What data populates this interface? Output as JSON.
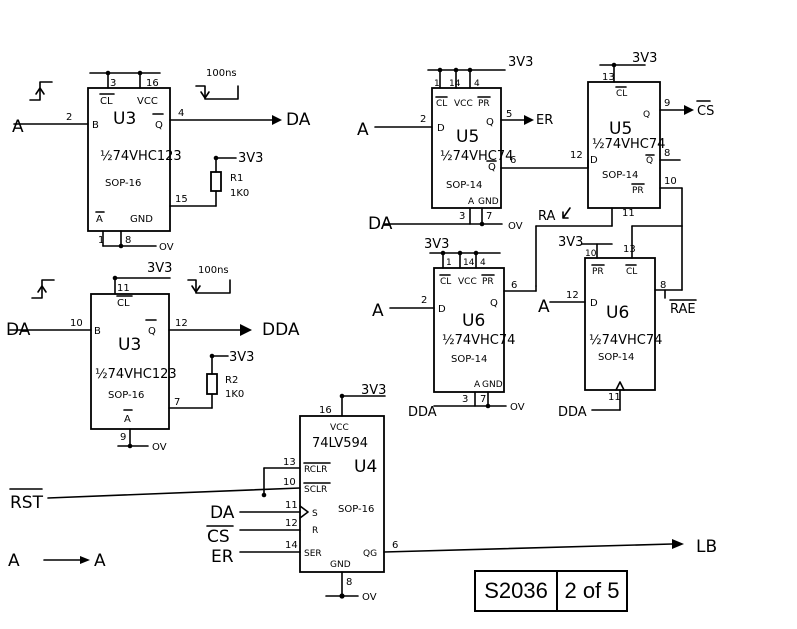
{
  "u3a": {
    "ref": "U3",
    "part": "½74VHC123",
    "pkg": "SOP-16",
    "pin3": "3",
    "pin16": "16",
    "pin2": "2",
    "pin4": "4",
    "pin15": "15",
    "pin1": "1",
    "pin8": "8",
    "cl": "CL",
    "vcc": "VCC",
    "b": "B",
    "q": "Q",
    "a": "A",
    "gnd": "GND"
  },
  "u3b": {
    "ref": "U3",
    "part": "½74VHC123",
    "pkg": "SOP-16",
    "pin11": "11",
    "pin10": "10",
    "pin12": "12",
    "pin7": "7",
    "pin9": "9",
    "cl": "CL",
    "b": "B",
    "q": "Q",
    "a": "A"
  },
  "u5a": {
    "ref": "U5",
    "part": "½74VHC74",
    "pkg": "SOP-14",
    "pin1": "1",
    "pin14": "14",
    "pin4": "4",
    "pin2": "2",
    "pin5": "5",
    "pin6": "6",
    "pin3": "3",
    "pin7": "7",
    "cl": "CL",
    "vcc": "VCC",
    "pr": "PR",
    "d": "D",
    "q": "Q",
    "qn": "Q",
    "a": "A",
    "gnd": "GND"
  },
  "u5b": {
    "ref": "U5",
    "part": "½74VHC74",
    "pkg": "SOP-14",
    "pin13": "13",
    "pin9": "9",
    "pin12": "12",
    "pin8": "8",
    "pin10": "10",
    "pin11": "11",
    "cl": "CL",
    "d": "D",
    "q": "Q",
    "qn": "Q",
    "pr": "PR"
  },
  "u6a": {
    "ref": "U6",
    "part": "½74VHC74",
    "pkg": "SOP-14",
    "pin1": "1",
    "pin14": "14",
    "pin4": "4",
    "pin2": "2",
    "pin6": "6",
    "pin3": "3",
    "pin7": "7",
    "cl": "CL",
    "vcc": "VCC",
    "pr": "PR",
    "d": "D",
    "q": "Q",
    "a": "A",
    "gnd": "GND"
  },
  "u6b": {
    "ref": "U6",
    "part": "½74VHC74",
    "pkg": "SOP-14",
    "pin10": "10",
    "pin13": "13",
    "pin12": "12",
    "pin8": "8",
    "pin11": "11",
    "pr": "PR",
    "cl": "CL",
    "d": "D"
  },
  "u4": {
    "ref": "U4",
    "part": "74LV594",
    "pkg": "SOP-16",
    "pin16": "16",
    "pin13": "13",
    "pin10": "10",
    "pin11": "11",
    "pin12": "12",
    "pin14": "14",
    "pin6": "6",
    "pin8": "8",
    "vcc": "VCC",
    "rclr": "RCLR",
    "sclr": "SCLR",
    "s": "S",
    "r": "R",
    "ser": "SER",
    "gnd": "GND",
    "qg": "QG"
  },
  "r1": {
    "ref": "R1",
    "value": "1K0"
  },
  "r2": {
    "ref": "R2",
    "value": "1K0"
  },
  "nets": {
    "a": "A",
    "da": "DA",
    "dda": "DDA",
    "er": "ER",
    "cs": "CS",
    "ra": "RA",
    "rae": "RAE",
    "rst": "RST",
    "lb": "LB",
    "v33": "3V3",
    "ov": "OV",
    "ns100": "100ns",
    "ns100b": "100ns",
    "arrow_a_from": "A",
    "arrow_a_to": "A"
  },
  "title_block": {
    "sheet": "S2036",
    "page": "2 of 5"
  }
}
